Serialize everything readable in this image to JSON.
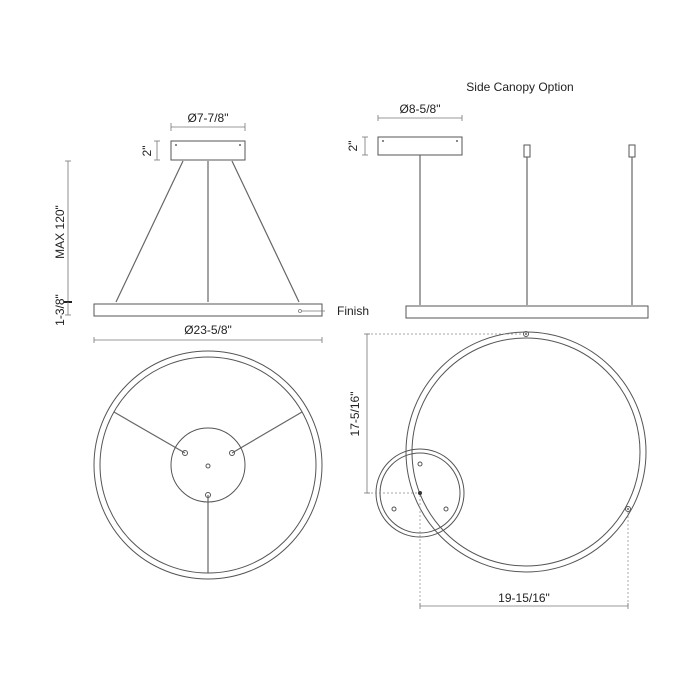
{
  "labels": {
    "side_canopy_option": "Side Canopy Option",
    "canopy_diameter_left": "Ø7-7/8\"",
    "canopy_height_left": "2\"",
    "max_height": "MAX 120\"",
    "ring_height": "1-3/8\"",
    "ring_diameter": "Ø23-5/8\"",
    "finish": "Finish",
    "canopy_diameter_right": "Ø8-5/8\"",
    "canopy_height_right": "2\"",
    "offset_vertical": "17-5/16\"",
    "offset_horizontal": "19-15/16\""
  },
  "colors": {
    "line": "#555555",
    "text": "#222222"
  }
}
